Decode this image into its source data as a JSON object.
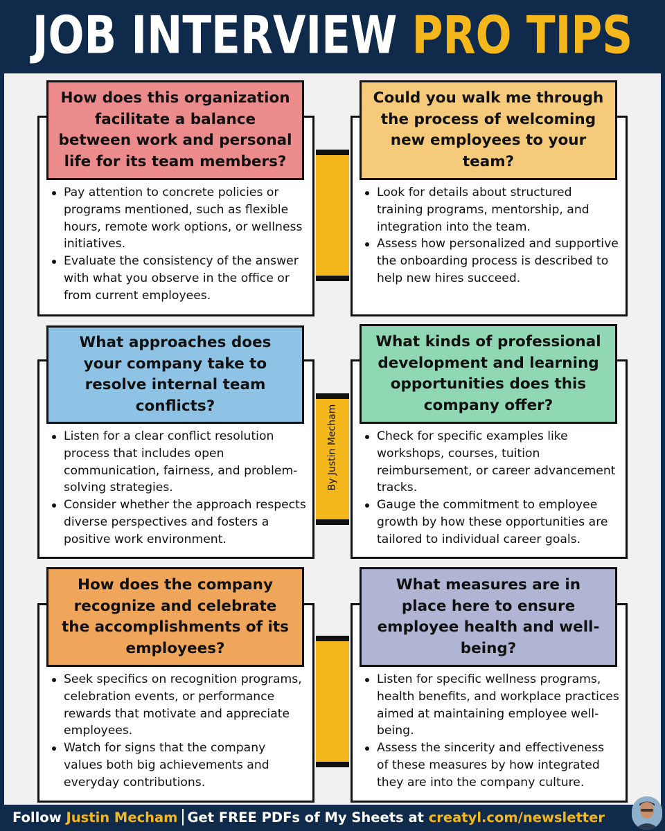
{
  "header": {
    "title_main": "JOB INTERVIEW",
    "title_accent": "PRO TIPS"
  },
  "spine": {
    "byline": "By Justin Mecham"
  },
  "colors": {
    "navy": "#0f2a4a",
    "gold": "#f5b81c",
    "red": "#ec8b8b",
    "yellow": "#f5cb7b",
    "blue": "#8fc3e5",
    "green": "#90d8b4",
    "orange": "#efa65a",
    "lavender": "#b0b5d3"
  },
  "cards": [
    {
      "question": "How does this organization facilitate a balance between work and personal life for its team members?",
      "tips": [
        "Pay attention to concrete policies or programs mentioned, such as flexible hours, remote work options, or wellness initiatives.",
        "Evaluate the consistency of the answer with what you observe in the office or from current employees."
      ]
    },
    {
      "question": "Could you walk me through the process of welcoming new employees to your team?",
      "tips": [
        "Look for details about structured training programs, mentorship, and integration into the team.",
        "Assess how personalized and supportive the onboarding process is described to help new hires succeed."
      ]
    },
    {
      "question": "What approaches does your company take to resolve internal team conflicts?",
      "tips": [
        "Listen for a clear conflict resolution process that includes open communication, fairness, and problem-solving strategies.",
        "Consider whether the approach respects diverse perspectives and fosters a positive work environment."
      ]
    },
    {
      "question": "What kinds of professional development and learning opportunities does this company offer?",
      "tips": [
        "Check for specific examples like workshops, courses, tuition reimbursement, or career advancement tracks.",
        "Gauge the commitment to employee growth by how these opportunities are tailored to individual career goals."
      ]
    },
    {
      "question": "How does the company recognize and celebrate the accomplishments of its employees?",
      "tips": [
        "Seek specifics on recognition programs, celebration events, or performance rewards that motivate and appreciate employees.",
        "Watch for signs that the company values both big achievements and everyday contributions."
      ]
    },
    {
      "question": "What measures are in place here to ensure employee health and well-being?",
      "tips": [
        "Listen for specific wellness programs, health benefits, and workplace practices aimed at maintaining employee well-being.",
        "Assess the sincerity and effectiveness of these measures by how integrated they are into the company culture."
      ]
    }
  ],
  "footer": {
    "follow": "Follow",
    "author": "Justin Mecham",
    "cta": "Get FREE PDFs of My Sheets at",
    "url": "creatyl.com/newsletter"
  }
}
